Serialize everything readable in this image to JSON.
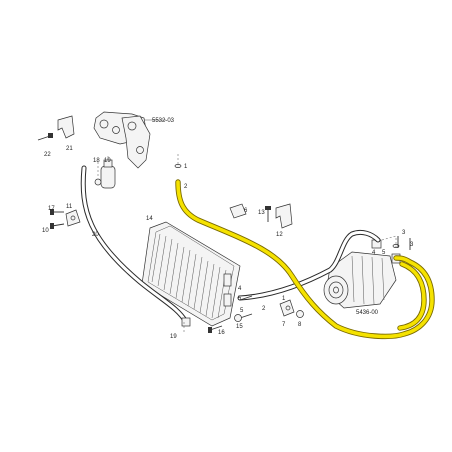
{
  "colors": {
    "highlight": "#f5e200",
    "line": "#333333",
    "background": "#ffffff"
  },
  "callouts": {
    "c1": "1",
    "c2": "2",
    "c3": "3",
    "c4": "4",
    "c5": "5",
    "c6": "6",
    "c7": "7",
    "c8": "8",
    "c10": "10",
    "c11": "11",
    "c12": "12",
    "c13": "13",
    "c14": "14",
    "c15": "15",
    "c16": "16",
    "c17": "17",
    "c18": "18",
    "c19": "19",
    "c20": "20",
    "c21": "21",
    "c22": "22",
    "sub_receiver": "5532-03",
    "sub_compressor": "5436-00"
  }
}
